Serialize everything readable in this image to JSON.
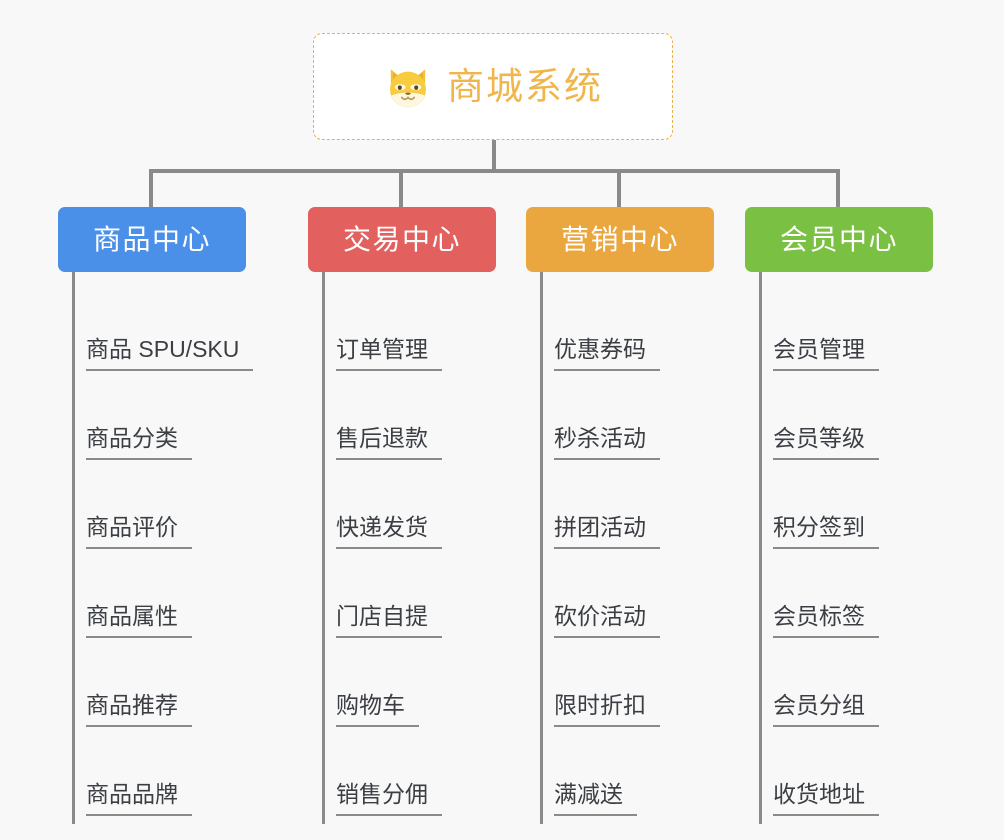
{
  "diagram": {
    "type": "org-chart",
    "background_color": "#f8f8f8",
    "root": {
      "title": "商城系统",
      "icon": "shiba-dog-face-icon",
      "border_color": "#edae4a",
      "text_color": "#f0b64b",
      "background_color": "#ffffff"
    },
    "connector_color": "#8a8a8a",
    "leaf_text_color": "#3b3f44",
    "leaf_underline_color": "#8a8a8a",
    "columns": [
      {
        "header": "商品中心",
        "color": "#4a90e8",
        "items": [
          "商品 SPU/SKU",
          "商品分类",
          "商品评价",
          "商品属性",
          "商品推荐",
          "商品品牌"
        ]
      },
      {
        "header": "交易中心",
        "color": "#e2605e",
        "items": [
          "订单管理",
          "售后退款",
          "快递发货",
          "门店自提",
          "购物车",
          "销售分佣"
        ]
      },
      {
        "header": "营销中心",
        "color": "#eaa73f",
        "items": [
          "优惠券码",
          "秒杀活动",
          "拼团活动",
          "砍价活动",
          "限时折扣",
          "满减送"
        ]
      },
      {
        "header": "会员中心",
        "color": "#7ac043",
        "items": [
          "会员管理",
          "会员等级",
          "积分签到",
          "会员标签",
          "会员分组",
          "收货地址"
        ]
      }
    ]
  }
}
